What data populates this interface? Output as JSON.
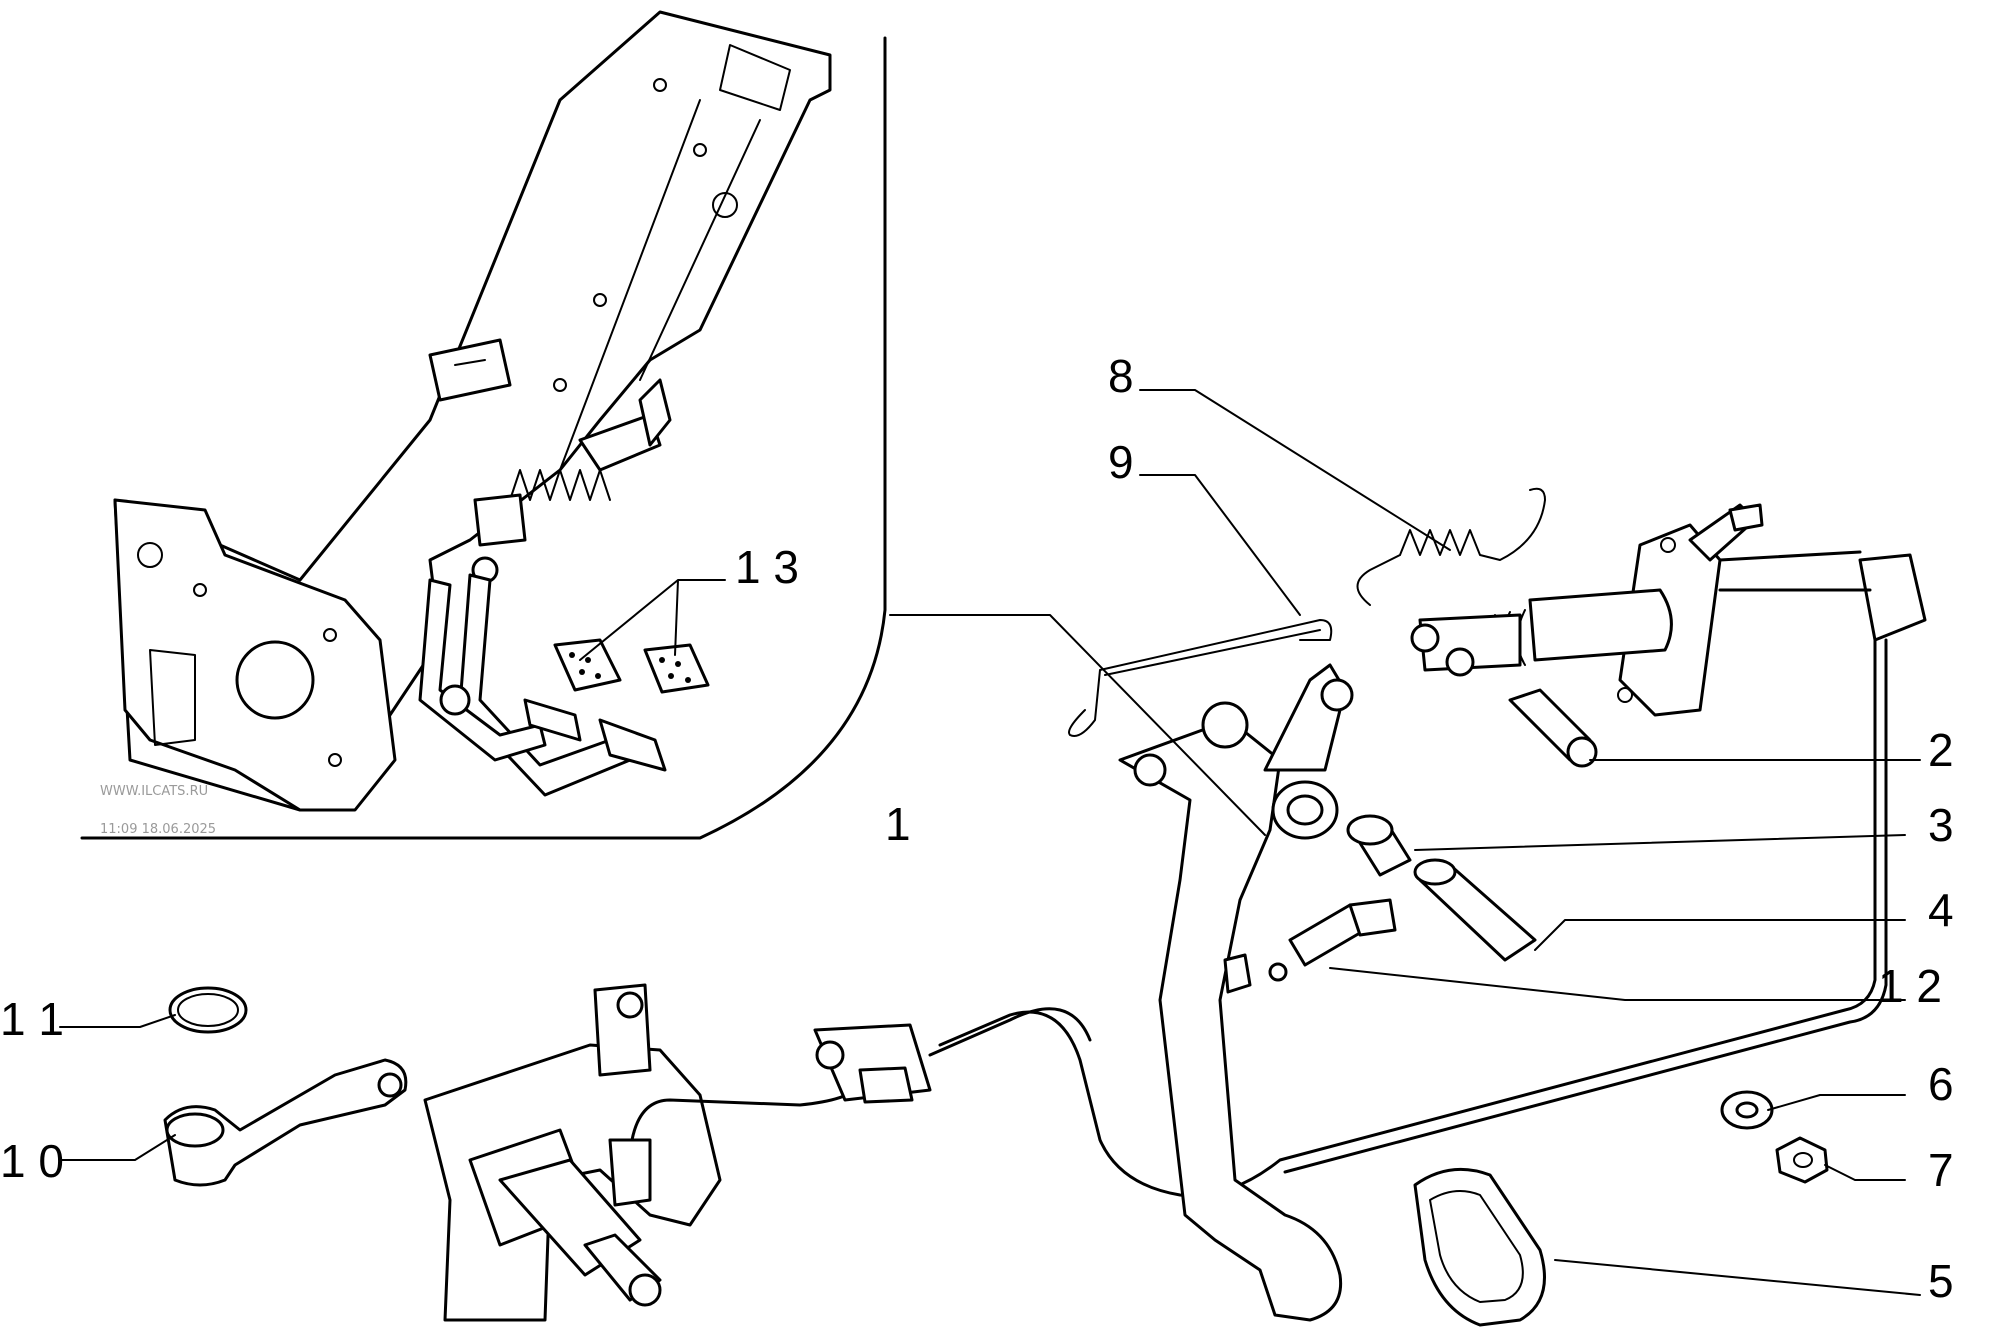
{
  "callouts": [
    {
      "id": "1",
      "label": "1"
    },
    {
      "id": "2",
      "label": "2"
    },
    {
      "id": "3",
      "label": "3"
    },
    {
      "id": "4",
      "label": "4"
    },
    {
      "id": "5",
      "label": "5"
    },
    {
      "id": "6",
      "label": "6"
    },
    {
      "id": "7",
      "label": "7"
    },
    {
      "id": "8",
      "label": "8"
    },
    {
      "id": "9",
      "label": "9"
    },
    {
      "id": "10",
      "label": "1 0"
    },
    {
      "id": "11",
      "label": "1 1"
    },
    {
      "id": "12",
      "label": "1 2"
    },
    {
      "id": "13",
      "label": "1 3"
    }
  ],
  "watermark": {
    "site": "WWW.ILCATS.RU",
    "timestamp": "11:09 18.06.2025"
  }
}
